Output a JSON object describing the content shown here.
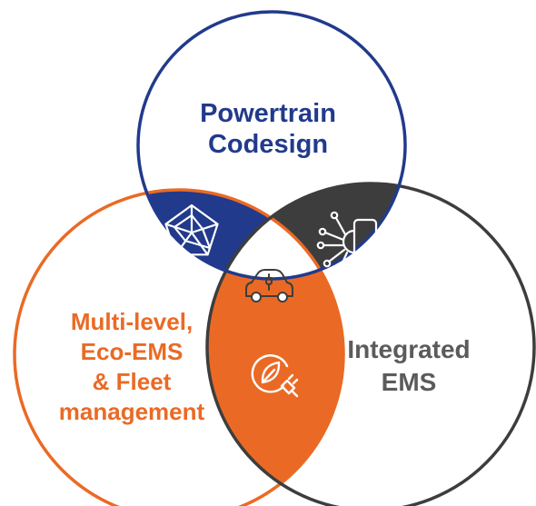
{
  "colors": {
    "navy": "#223a8c",
    "orange": "#ea6a25",
    "charcoal": "#3d3d3d",
    "gray_text": "#5b5b5b",
    "background": "#ffffff"
  },
  "circles": {
    "top": {
      "name": "powertrain-codesign",
      "lines": [
        "Powertrain",
        "Codesign"
      ]
    },
    "left": {
      "name": "multi-level-eco-ems-fleet-management",
      "lines": [
        "Multi-level,",
        "Eco-EMS",
        "& Fleet",
        "management"
      ]
    },
    "right": {
      "name": "integrated-ems",
      "lines": [
        "Integrated",
        "EMS"
      ]
    }
  },
  "icons": {
    "top_left_overlap": "radar-chart-icon",
    "top_right_overlap": "connected-phone-icon",
    "left_right_overlap": "leaf-plug-icon",
    "center": "electric-car-icon"
  }
}
